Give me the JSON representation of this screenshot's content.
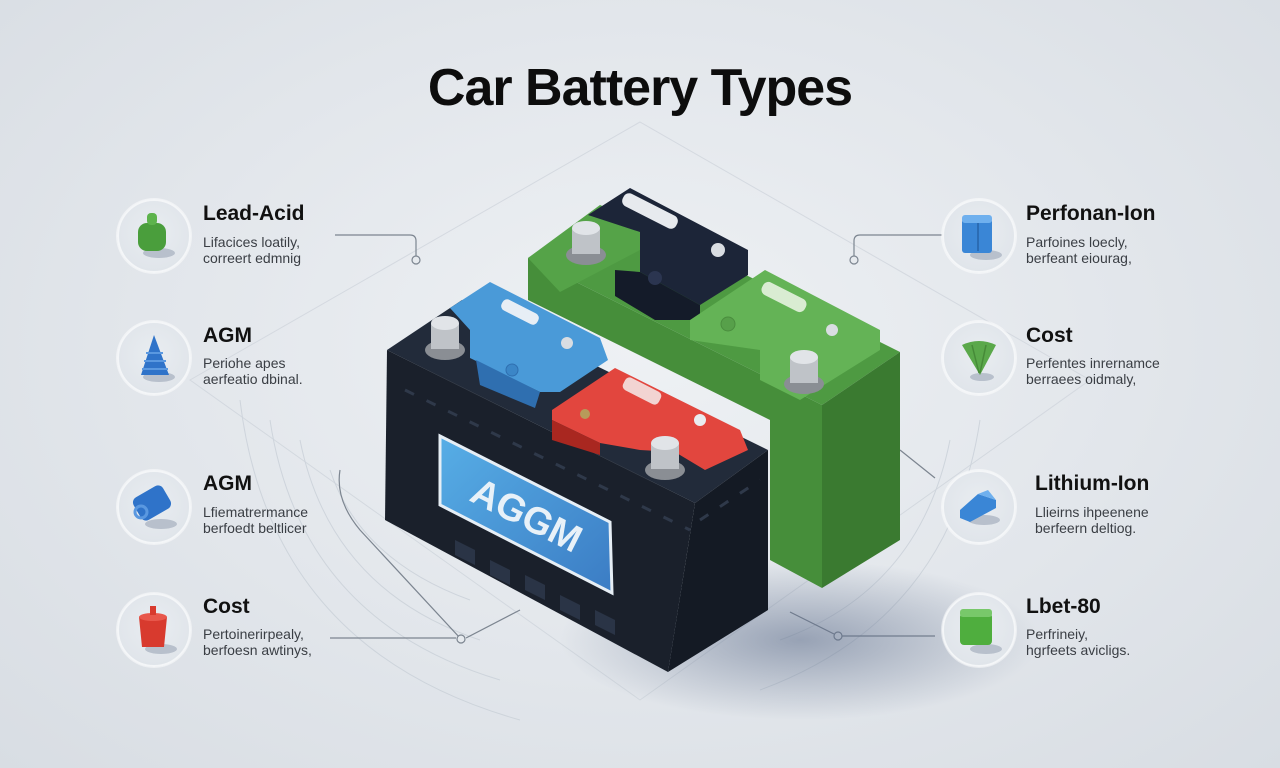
{
  "title": "Car Battery Types",
  "left_items": [
    {
      "title": "Lead-Acid",
      "desc_line1": "Lifacices loatily,",
      "desc_line2": "correert edmnig",
      "icon": "green-cap-icon",
      "color": "#4a9e3c"
    },
    {
      "title": "AGM",
      "desc_line1": "Periohe apes",
      "desc_line2": "aerfeatio dbinal.",
      "icon": "blue-coil-icon",
      "color": "#2f73c9"
    },
    {
      "title": "AGM",
      "desc_line1": "Lfiematrermance",
      "desc_line2": "berfoedt beltlicer",
      "icon": "blue-engine-icon",
      "color": "#2f73c9"
    },
    {
      "title": "Cost",
      "desc_line1": "Pertoinerirpealy,",
      "desc_line2": "berfoesn awtinys,",
      "icon": "red-canister-icon",
      "color": "#d83a2e"
    }
  ],
  "right_items": [
    {
      "title": "Perfonan-Ion",
      "desc_line1": "Parfoines loecly,",
      "desc_line2": "berfeant eiourag,",
      "icon": "blue-battery-cell-icon",
      "color": "#3a86d6"
    },
    {
      "title": "Cost",
      "desc_line1": "Perfentes inrernamce",
      "desc_line2": "berraees oidmaly,",
      "icon": "green-cone-icon",
      "color": "#5aa84a"
    },
    {
      "title": "Lithium-Ion",
      "desc_line1": "Llieirns ihpeenene",
      "desc_line2": "berfeern deltiog.",
      "icon": "blue-module-icon",
      "color": "#3a86d6"
    },
    {
      "title": "Lbet-80",
      "desc_line1": "Perfrineiy,",
      "desc_line2": "hgrfeets avicligs.",
      "icon": "green-cube-icon",
      "color": "#4fae3e"
    }
  ],
  "battery_front": {
    "label": "AGGM",
    "case_color": "#1b2230",
    "label_color": "#4aa0dc",
    "neg_cover_color": "#4a9ad8",
    "pos_cover_color": "#e2463e"
  },
  "battery_back": {
    "case_color": "#3f8a35",
    "lid_color": "#1c2538",
    "cover_color": "#5aa650"
  }
}
